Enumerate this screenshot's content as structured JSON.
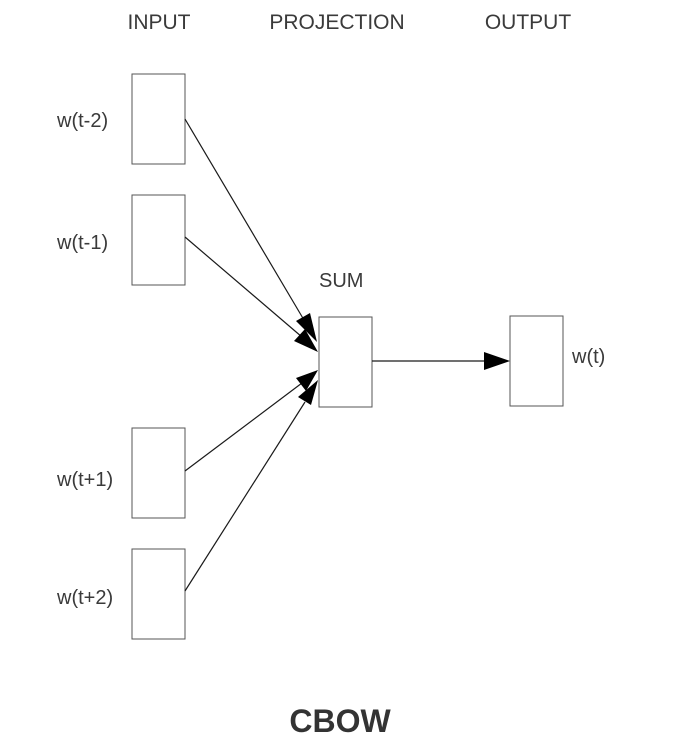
{
  "headers": {
    "input": "INPUT",
    "projection": "PROJECTION",
    "output": "OUTPUT"
  },
  "nodes": {
    "input_t_minus_2": "w(t-2)",
    "input_t_minus_1": "w(t-1)",
    "input_t_plus_1": "w(t+1)",
    "input_t_plus_2": "w(t+2)",
    "projection": "SUM",
    "output": "w(t)"
  },
  "title": "CBOW"
}
